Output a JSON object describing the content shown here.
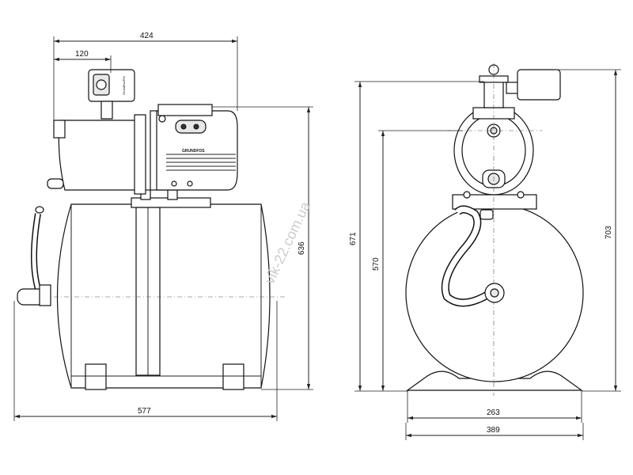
{
  "dimensions": {
    "overall_width_top": "424",
    "gauge_offset": "120",
    "tank_length": "577",
    "side_height_636": "636",
    "front_height_671": "671",
    "front_height_570": "570",
    "front_height_703": "703",
    "base_width_263": "263",
    "base_width_389": "389"
  },
  "labels": {
    "brand": "GRUNDFOS",
    "gauge_text": "Grundfos/PM",
    "watermark": "vik-22.com.ua"
  },
  "colors": {
    "line": "#111111",
    "watermark": "#cccccc"
  }
}
